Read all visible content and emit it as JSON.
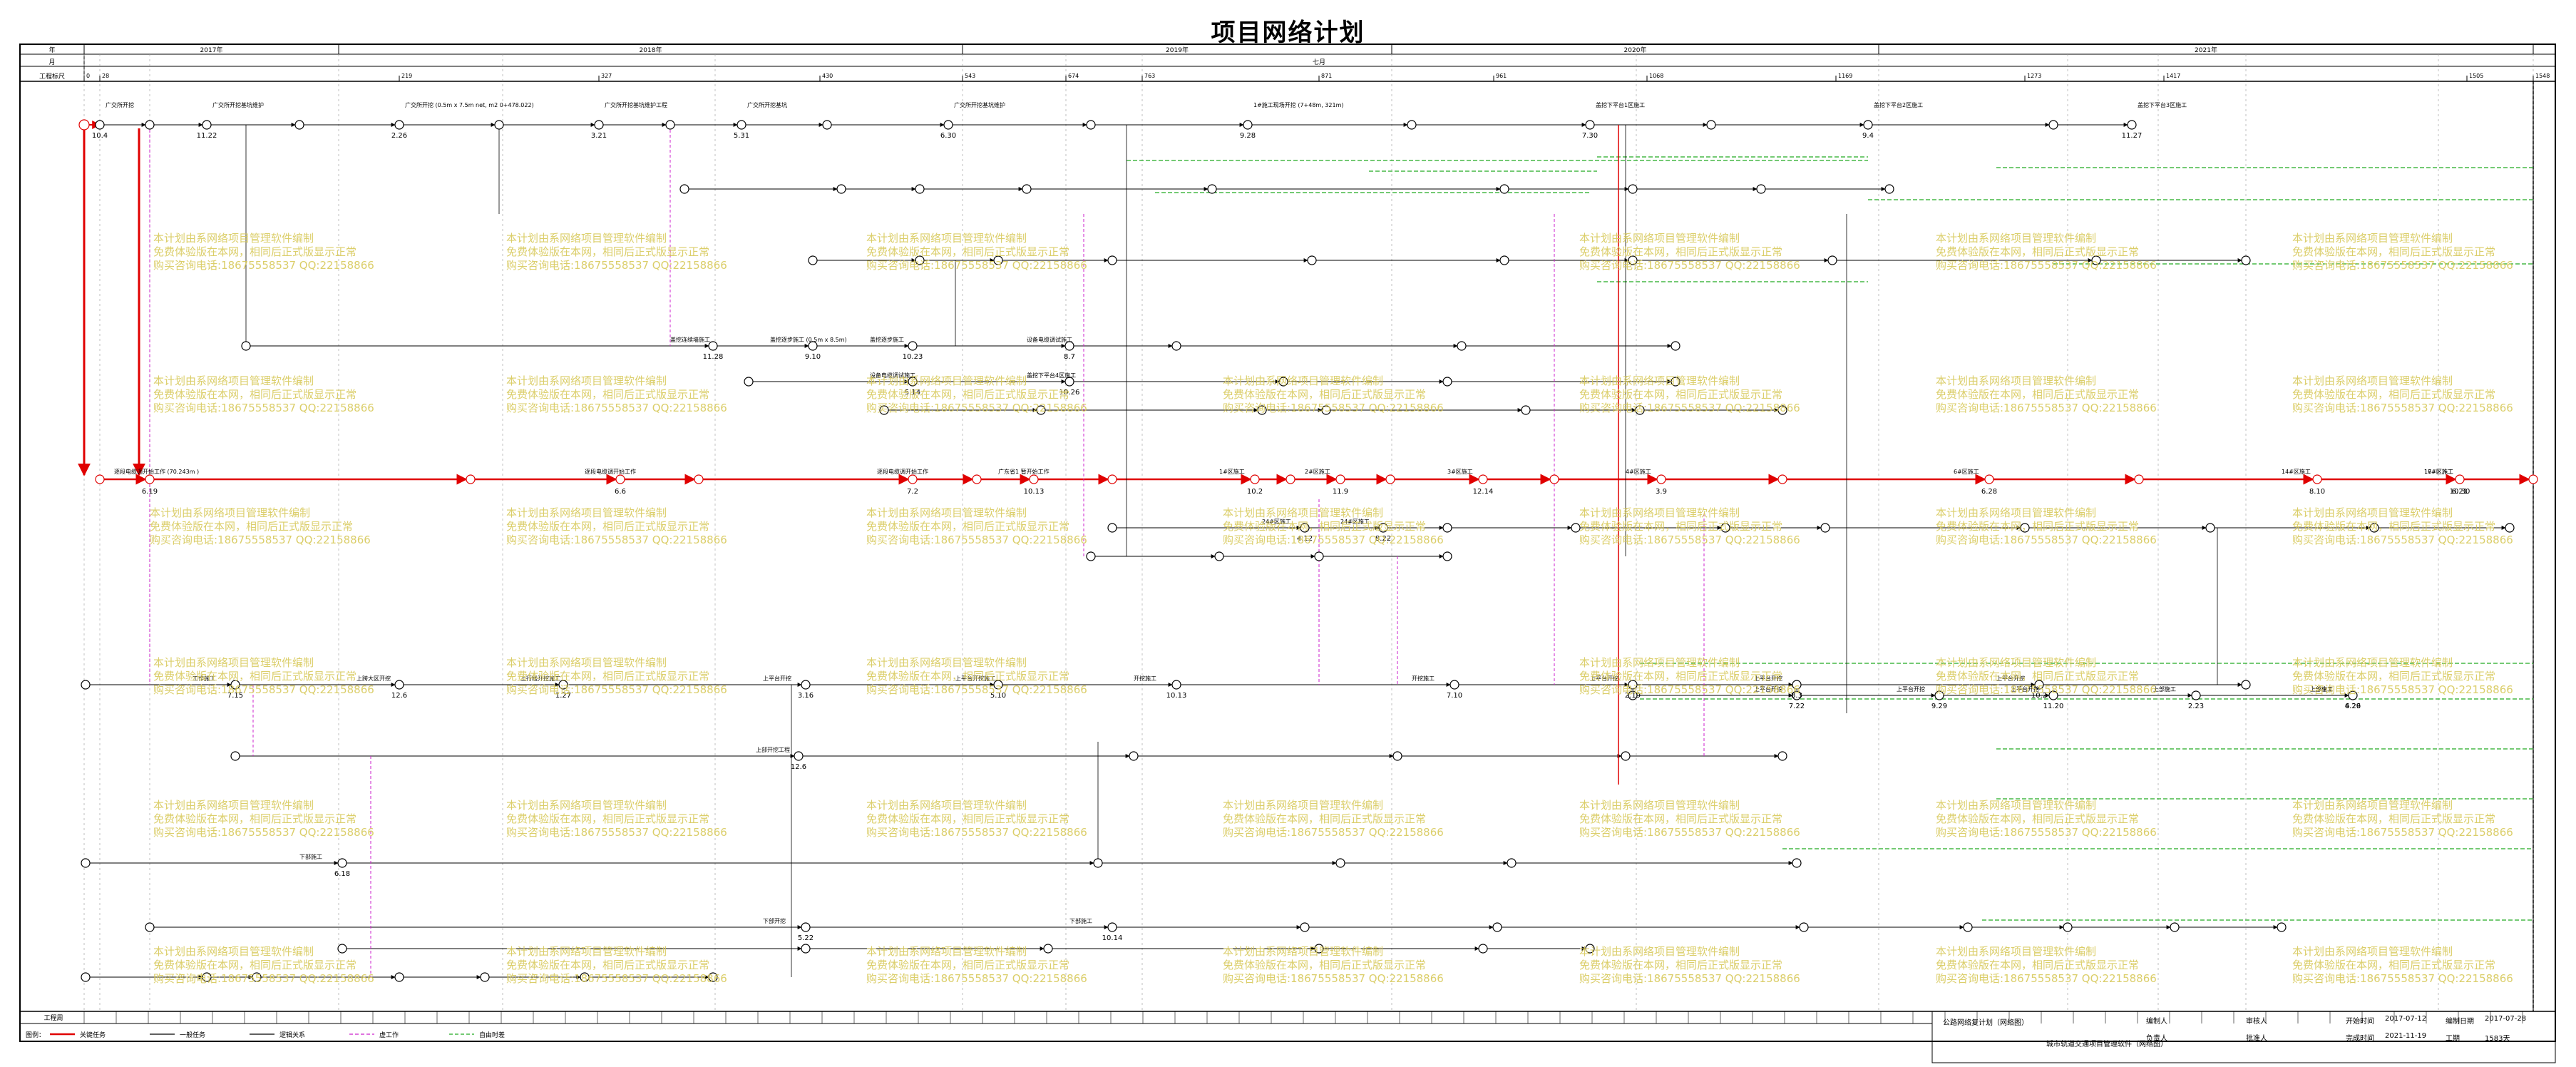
{
  "title": "项目网络计划",
  "timeline": {
    "row_labels": [
      "年",
      "月",
      "工程标尺"
    ],
    "years": [
      "2017年",
      "2018年",
      "2019年",
      "2020年",
      "2021年"
    ],
    "center_label": "七月",
    "ticks": [
      "0",
      "28",
      "219",
      "327",
      "430",
      "543",
      "674",
      "763",
      "871",
      "961",
      "1068",
      "1169",
      "1273",
      "1417",
      "1505",
      "1548"
    ],
    "duration_row_label": "工程周"
  },
  "tasks_top": [
    {
      "label": "广交所开挖",
      "num": "10.4"
    },
    {
      "label": "广交所开挖基坑维护",
      "num": "11.22"
    },
    {
      "label": "广交所开挖 (0.5m x 7.5m net, m2 0+478.022)",
      "num": "2.26"
    },
    {
      "label": "广交所开挖基坑维护工程",
      "num": "3.21"
    },
    {
      "label": "广交所开挖基坑",
      "num": "5.31"
    },
    {
      "label": "广交所开挖基坑维护",
      "num": "6.30"
    },
    {
      "label": "1#施工现场开挖 (7+48m, 321m)",
      "num": "9.28"
    },
    {
      "label": "盖挖下平台1区施工",
      "num": "7.30"
    },
    {
      "label": "盖挖下平台2区施工",
      "num": "9.4"
    },
    {
      "label": "盖挖下平台3区施工",
      "num": "11.27"
    }
  ],
  "critical_path": [
    {
      "label": "逐段电缆调开始工作 (70.243m )",
      "num": "6.19"
    },
    {
      "label": "逐段电缆调开始工作",
      "num": "6.6"
    },
    {
      "label": "逐段电缆调开始工作",
      "num": "7.2"
    },
    {
      "label": "广东省1 暂开始工作",
      "num": "10.13"
    },
    {
      "label": "1#区施工",
      "num": "10.2"
    },
    {
      "label": "2#区施工",
      "num": "11.9"
    },
    {
      "label": "3#区施工",
      "num": "12.14"
    },
    {
      "label": "4#区施工",
      "num": "3.9"
    },
    {
      "label": "6#区施工",
      "num": "6.28"
    },
    {
      "label": "14#区施工",
      "num": "8.10"
    },
    {
      "label": "16#区施工",
      "num": "6.21"
    },
    {
      "label": "17#区施工",
      "num": "10.30"
    }
  ],
  "tasks_middle": [
    {
      "label": "盖挖连续墙施工",
      "num": "11.28"
    },
    {
      "label": "盖挖逐步施工 (0.5m x 8.5m)",
      "num": "9.10"
    },
    {
      "label": "盖挖逐步施工",
      "num": "10.23"
    },
    {
      "label": "设备电缆调试施工",
      "num": "8.7"
    },
    {
      "label": "设备电缆调试施工",
      "num": "5.14"
    },
    {
      "label": "盖挖下平台4区施工",
      "num": "10.26"
    },
    {
      "label": "24#区施工",
      "num": "4.12"
    },
    {
      "label": "24#区施工",
      "num": "8.22"
    }
  ],
  "tasks_lower": [
    {
      "label": "工作施工",
      "num": "7.15"
    },
    {
      "label": "上跨大区开挖",
      "num": "12.6"
    },
    {
      "label": "上行线开挖施工",
      "num": "1.27"
    },
    {
      "label": "上平台开挖",
      "num": "3.16"
    },
    {
      "label": "上平台开挖施工",
      "num": "5.10"
    },
    {
      "label": "开挖施工",
      "num": "10.13"
    },
    {
      "label": "开挖施工",
      "num": "7.10"
    },
    {
      "label": "上平台开挖",
      "num": "2.19"
    },
    {
      "label": "上平台开挖",
      "num": "8.3"
    },
    {
      "label": "上平台开挖",
      "num": "10.2"
    },
    {
      "label": "上平台开挖",
      "num": "7.22"
    },
    {
      "label": "上平台开挖",
      "num": "9.29"
    },
    {
      "label": "上平台开挖",
      "num": "11.20"
    },
    {
      "label": "上部施工",
      "num": "2.23"
    },
    {
      "label": "上部施工",
      "num": "4.29"
    },
    {
      "label": "上部施工",
      "num": "6.26"
    },
    {
      "label": "上部开挖工程",
      "num": "12.6"
    },
    {
      "label": "下部施工",
      "num": "6.18"
    },
    {
      "label": "下部开挖",
      "num": "5.22"
    },
    {
      "label": "下部施工",
      "num": "10.14"
    }
  ],
  "watermark": {
    "line1": "本计划由系网络项目管理软件编制",
    "line2": "免费体验版在本网，相同后正式版显示正常",
    "line3": "购买咨询电话:18675558537 QQ:22158866"
  },
  "legend": {
    "prefix": "图例：",
    "items": [
      "关键任务",
      "一般任务",
      "逻辑关系",
      "虚工作",
      "自由时差"
    ]
  },
  "footer": {
    "company": "公路网络复计划（网络图）",
    "project": "城市轨道交通项目管理软件（网络图）",
    "fields": [
      {
        "label": "编制人",
        "value": ""
      },
      {
        "label": "负责人",
        "value": ""
      },
      {
        "label": "审核人",
        "value": ""
      },
      {
        "label": "批准人",
        "value": ""
      },
      {
        "label": "开始时间",
        "value": "2017-07-12"
      },
      {
        "label": "完成时间",
        "value": "2021-11-19"
      },
      {
        "label": "编制日期",
        "value": "2017-07-28"
      },
      {
        "label": "工期",
        "value": "1583天"
      }
    ]
  },
  "colors": {
    "critical": "#e00000",
    "normal": "#000000",
    "float": "#22aa22",
    "dummy": "#cc22cc",
    "watermark": "#d8c95a"
  }
}
